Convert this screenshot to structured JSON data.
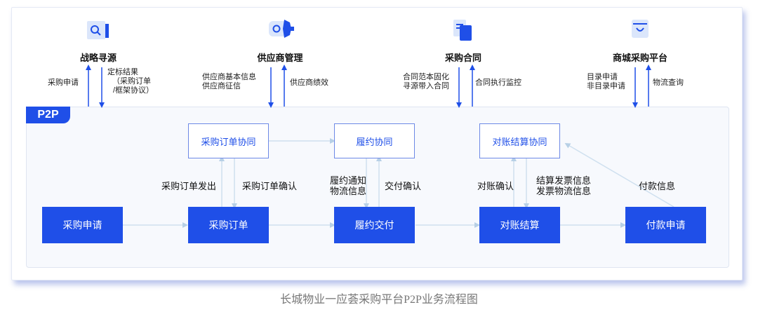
{
  "top_modules": [
    {
      "title": "战略寻源",
      "icon": "search-icon"
    },
    {
      "title": "供应商管理",
      "icon": "gear-icon"
    },
    {
      "title": "采购合同",
      "icon": "document-icon"
    },
    {
      "title": "商城采购平台",
      "icon": "shopping-bag-icon"
    }
  ],
  "top_labels": {
    "sourcing_up": "采购申请",
    "sourcing_down": [
      "定标结果",
      "（采购订单",
      "/框架协议）"
    ],
    "supplier_down": [
      "供应商基本信息",
      "供应商征信"
    ],
    "supplier_up": "供应商绩效",
    "contract_down": [
      "合同范本固化",
      "寻源带入合同"
    ],
    "contract_up": "合同执行监控",
    "mall_down": [
      "目录申请",
      "非目录申请"
    ],
    "mall_up": "物流查询"
  },
  "p2p": {
    "tab": "P2P",
    "collab_boxes": [
      "采购订单协同",
      "履约协同",
      "对账结算协同"
    ],
    "main_boxes": [
      "采购申请",
      "采购订单",
      "履约交付",
      "对账结算",
      "付款申请"
    ],
    "flow_labels": {
      "order_issue": "采购订单发出",
      "order_confirm": "采购订单确认",
      "fulfill_notice": [
        "履约通知",
        "物流信息"
      ],
      "delivery_confirm": "交付确认",
      "recon_confirm": "对账确认",
      "invoice_info": [
        "结算发票信息",
        "发票物流信息"
      ],
      "payment_info": "付款信息"
    }
  },
  "caption": "长城物业一应荟采购平台P2P业务流程图",
  "colors": {
    "primary": "#1f4fe8",
    "light_arrow": "#cfe0ef",
    "border": "#6d89e6"
  }
}
